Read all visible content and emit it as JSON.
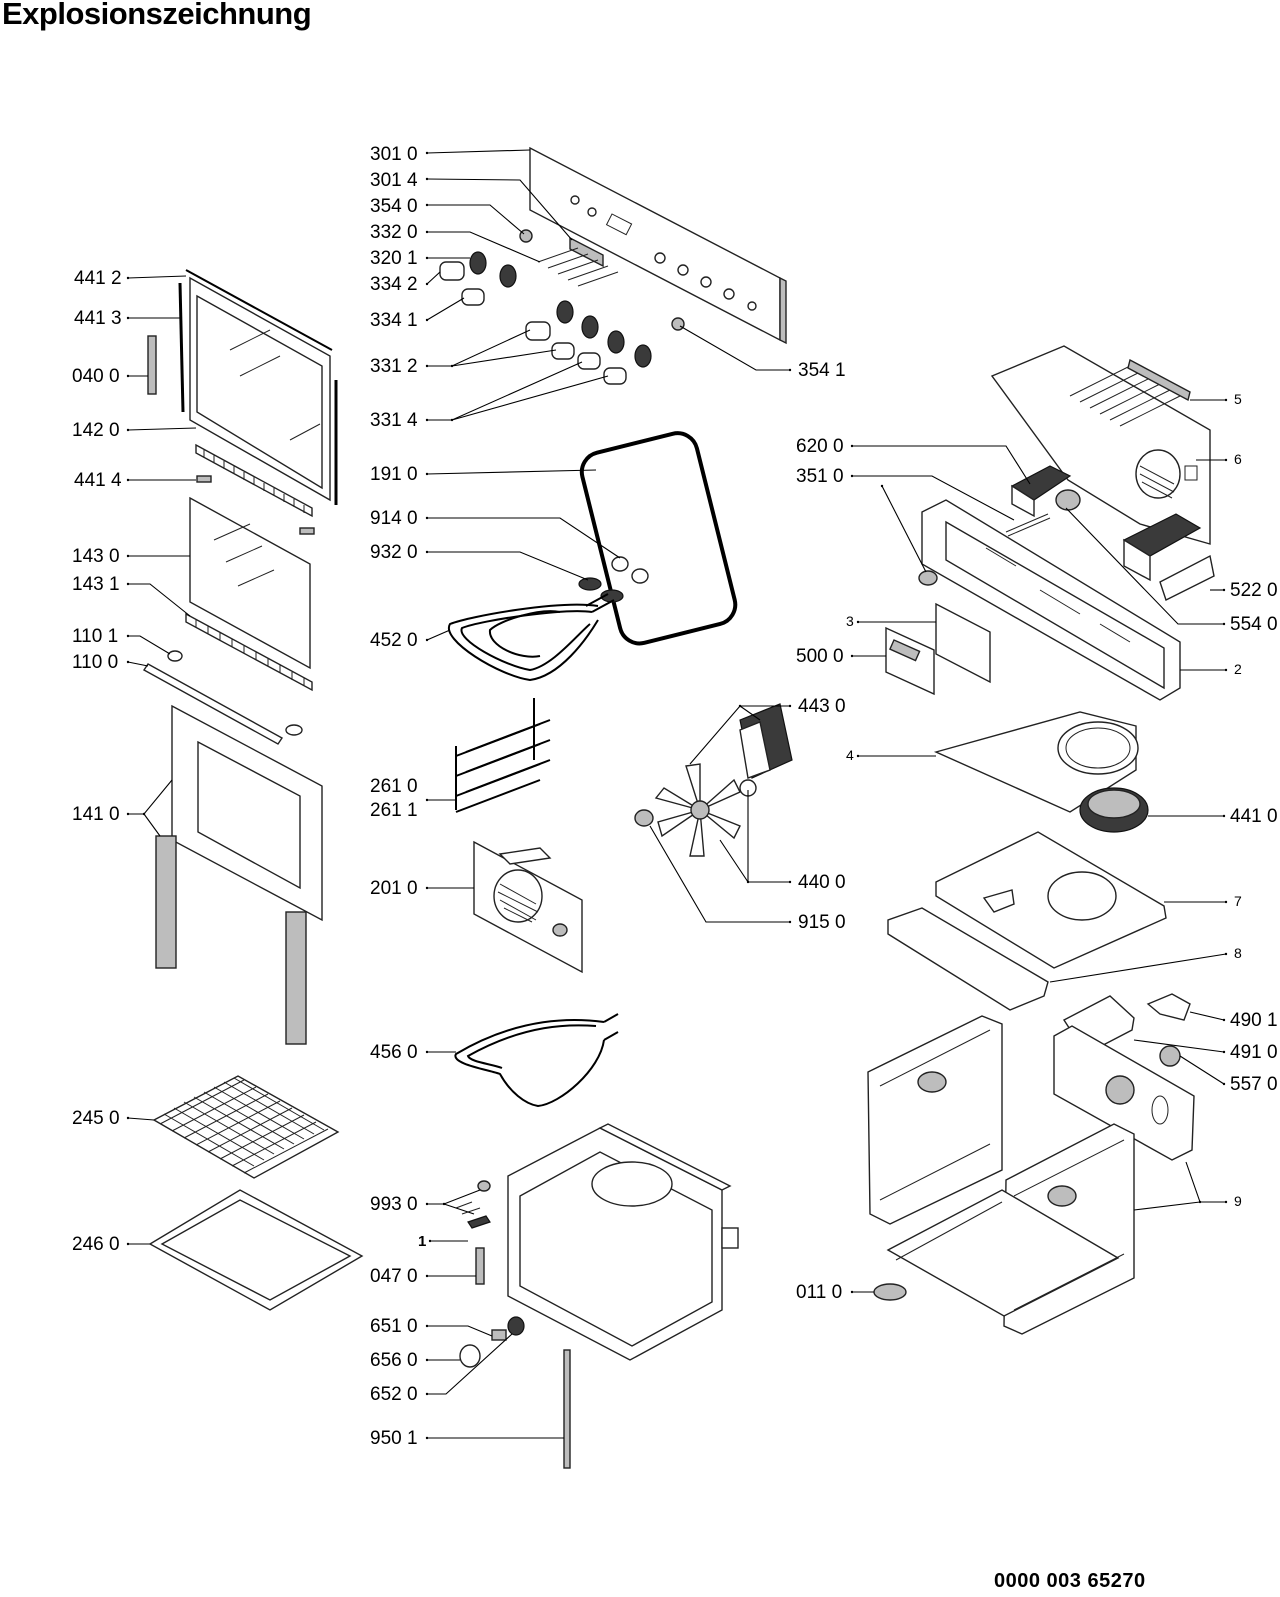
{
  "title": "Explosionszeichnung",
  "document_number": "0000 003 65270",
  "callouts": [
    {
      "id": "c3010",
      "label": "301 0"
    },
    {
      "id": "c3014",
      "label": "301 4"
    },
    {
      "id": "c3540",
      "label": "354 0"
    },
    {
      "id": "c3320",
      "label": "332 0"
    },
    {
      "id": "c3201",
      "label": "320 1"
    },
    {
      "id": "c3342",
      "label": "334 2"
    },
    {
      "id": "c3341",
      "label": "334 1"
    },
    {
      "id": "c3312",
      "label": "331 2"
    },
    {
      "id": "c3314",
      "label": "331 4"
    },
    {
      "id": "c3541",
      "label": "354 1"
    },
    {
      "id": "c4412",
      "label": "441 2"
    },
    {
      "id": "c4413",
      "label": "441 3"
    },
    {
      "id": "c0400",
      "label": "040 0"
    },
    {
      "id": "c1420",
      "label": "142 0"
    },
    {
      "id": "c4414",
      "label": "441 4"
    },
    {
      "id": "c1430",
      "label": "143 0"
    },
    {
      "id": "c1431",
      "label": "143 1"
    },
    {
      "id": "c1101",
      "label": "110 1"
    },
    {
      "id": "c1100",
      "label": "110 0"
    },
    {
      "id": "c1410",
      "label": "141 0"
    },
    {
      "id": "c2450",
      "label": "245 0"
    },
    {
      "id": "c2460",
      "label": "246 0"
    },
    {
      "id": "c1910",
      "label": "191 0"
    },
    {
      "id": "c9140",
      "label": "914 0"
    },
    {
      "id": "c9320",
      "label": "932 0"
    },
    {
      "id": "c4520",
      "label": "452 0"
    },
    {
      "id": "c2610",
      "label": "261 0"
    },
    {
      "id": "c2611",
      "label": "261 1"
    },
    {
      "id": "c2010",
      "label": "201 0"
    },
    {
      "id": "c4560",
      "label": "456 0"
    },
    {
      "id": "c9930",
      "label": "993 0"
    },
    {
      "id": "c1",
      "label": "1"
    },
    {
      "id": "c0470",
      "label": "047 0"
    },
    {
      "id": "c6510",
      "label": "651 0"
    },
    {
      "id": "c6560",
      "label": "656 0"
    },
    {
      "id": "c6520",
      "label": "652 0"
    },
    {
      "id": "c9501",
      "label": "950 1"
    },
    {
      "id": "c6200",
      "label": "620 0"
    },
    {
      "id": "c3510",
      "label": "351 0"
    },
    {
      "id": "c5220",
      "label": "522 0"
    },
    {
      "id": "c5540",
      "label": "554 0"
    },
    {
      "id": "c3",
      "label": "3"
    },
    {
      "id": "c5000",
      "label": "500 0"
    },
    {
      "id": "c2",
      "label": "2"
    },
    {
      "id": "c4430",
      "label": "443 0"
    },
    {
      "id": "c4",
      "label": "4"
    },
    {
      "id": "c4410",
      "label": "441 0"
    },
    {
      "id": "c4400",
      "label": "440 0"
    },
    {
      "id": "c9150",
      "label": "915 0"
    },
    {
      "id": "c7",
      "label": "7"
    },
    {
      "id": "c8",
      "label": "8"
    },
    {
      "id": "c4901",
      "label": "490 1"
    },
    {
      "id": "c4910",
      "label": "491 0"
    },
    {
      "id": "c5570",
      "label": "557 0"
    },
    {
      "id": "c9",
      "label": "9"
    },
    {
      "id": "c0110",
      "label": "011 0"
    },
    {
      "id": "c5",
      "label": "5"
    },
    {
      "id": "c6",
      "label": "6"
    }
  ]
}
